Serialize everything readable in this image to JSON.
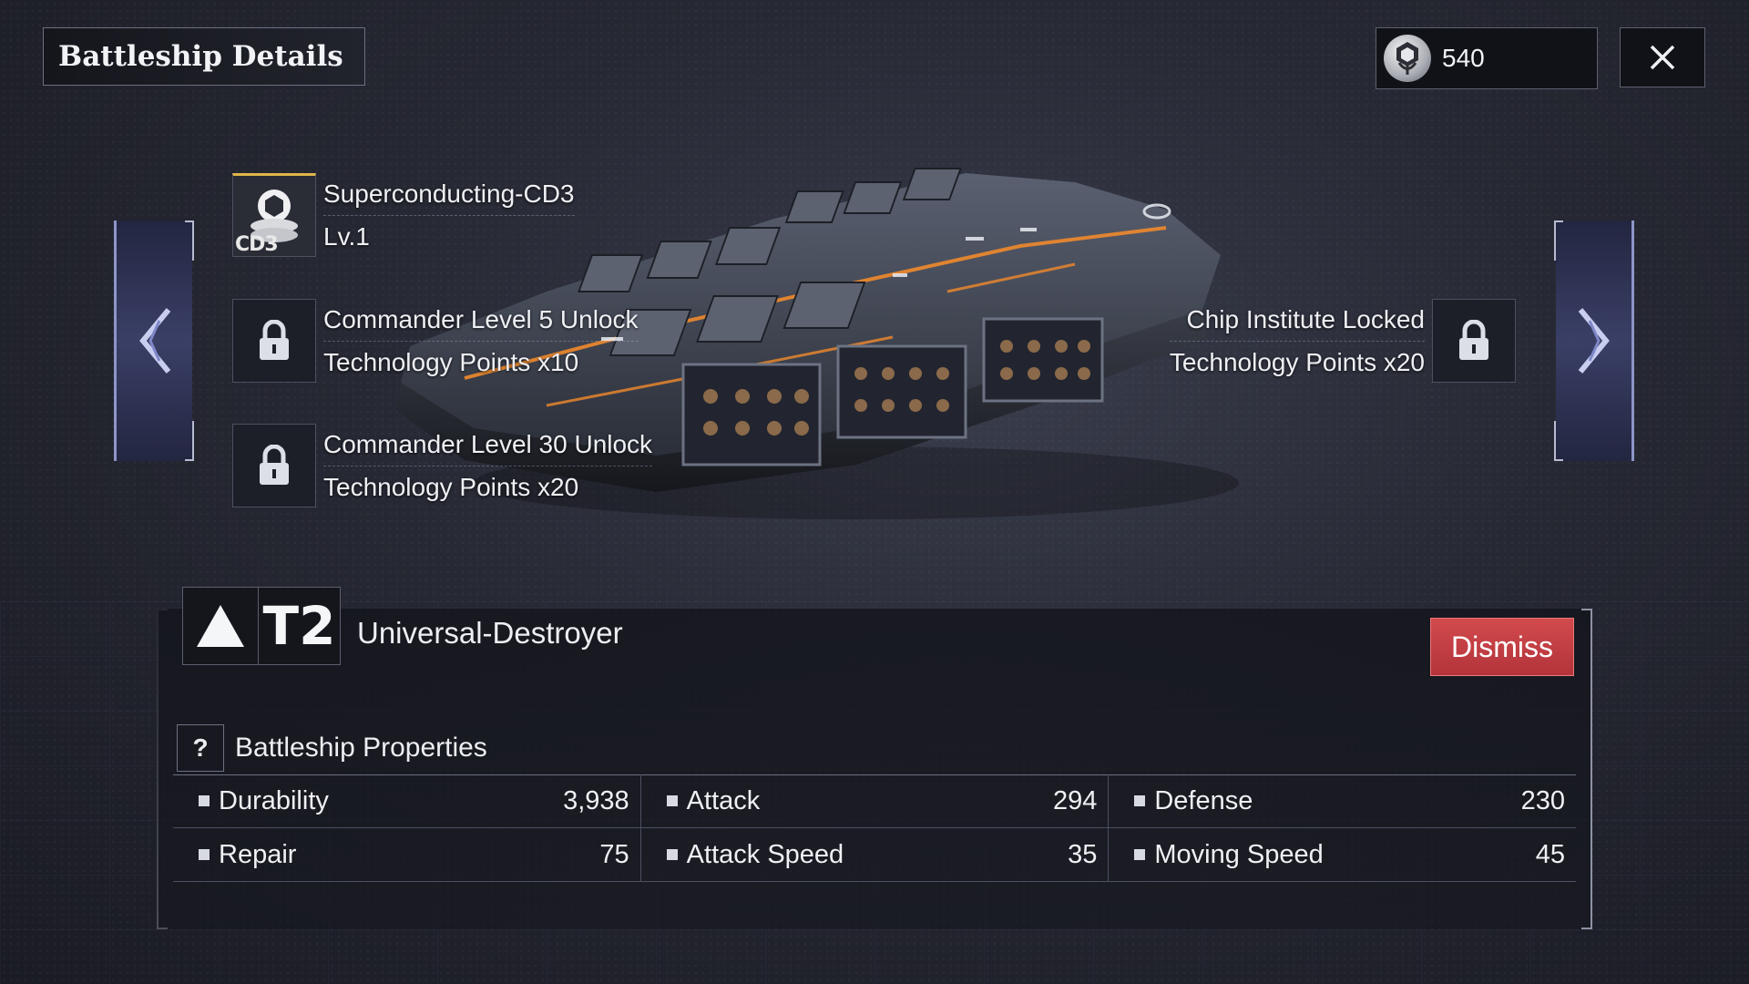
{
  "header": {
    "title": "Battleship Details",
    "currency_value": "540"
  },
  "modules": [
    {
      "line1": "Superconducting-CD3",
      "line2": "Lv.1",
      "icon": "chip-icon",
      "chip_label": "CD3"
    },
    {
      "line1": "Commander Level 5 Unlock",
      "line2": "Technology Points x10",
      "icon": "lock-icon"
    },
    {
      "line1": "Commander Level 30 Unlock",
      "line2": "Technology Points x20",
      "icon": "lock-icon"
    },
    {
      "line1": "Chip Institute Locked",
      "line2": "Technology Points x20",
      "icon": "lock-icon"
    }
  ],
  "ship": {
    "tier": "T2",
    "name": "Universal-Destroyer",
    "dismiss_label": "Dismiss"
  },
  "properties": {
    "title": "Battleship Properties",
    "help_symbol": "?",
    "rows": [
      [
        {
          "name": "Durability",
          "value": "3,938"
        },
        {
          "name": "Attack",
          "value": "294"
        },
        {
          "name": "Defense",
          "value": "230"
        }
      ],
      [
        {
          "name": "Repair",
          "value": "75"
        },
        {
          "name": "Attack Speed",
          "value": "35"
        },
        {
          "name": "Moving Speed",
          "value": "45"
        }
      ]
    ]
  }
}
